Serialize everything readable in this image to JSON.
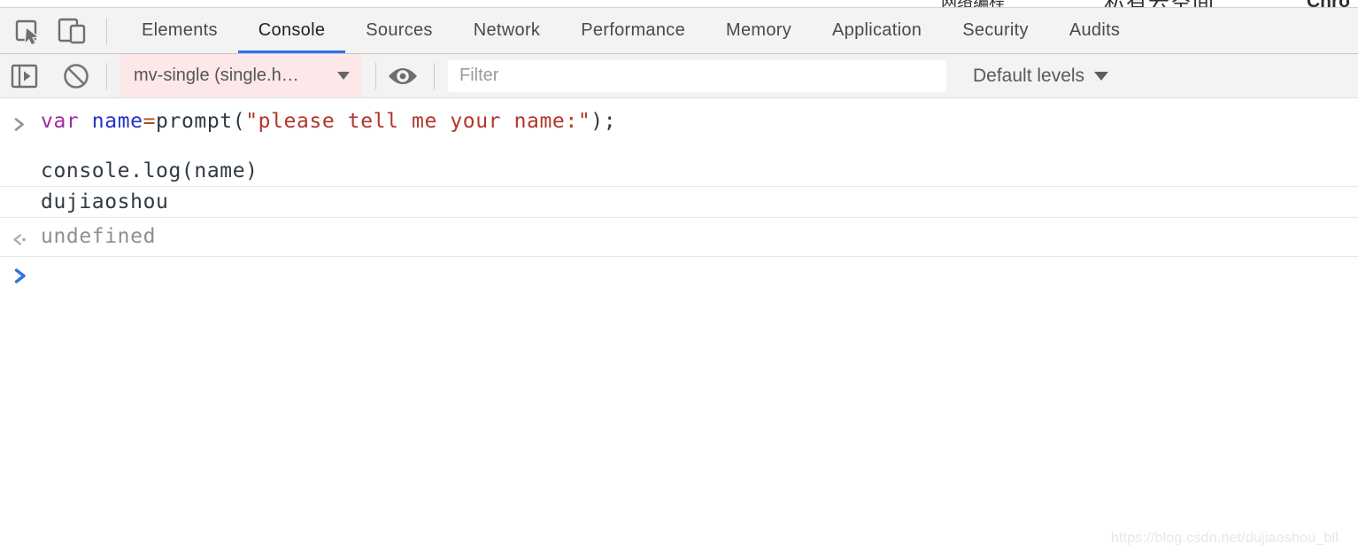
{
  "bookmarks_bar": {
    "items": [
      "网络编程",
      "私有云空间",
      "Chro"
    ]
  },
  "tabs": [
    {
      "label": "Elements",
      "active": false
    },
    {
      "label": "Console",
      "active": true
    },
    {
      "label": "Sources",
      "active": false
    },
    {
      "label": "Network",
      "active": false
    },
    {
      "label": "Performance",
      "active": false
    },
    {
      "label": "Memory",
      "active": false
    },
    {
      "label": "Application",
      "active": false
    },
    {
      "label": "Security",
      "active": false
    },
    {
      "label": "Audits",
      "active": false
    }
  ],
  "toolbar": {
    "context_selector": {
      "label": "mv-single (single.h…",
      "highlight_bg": "#fce8e8"
    },
    "filter": {
      "placeholder": "Filter",
      "value": ""
    },
    "levels_dropdown": {
      "label": "Default levels"
    }
  },
  "console": {
    "input_echo": {
      "tokens": [
        {
          "text": "var ",
          "color": "#a427a3"
        },
        {
          "text": "name",
          "color": "#2233cc"
        },
        {
          "text": "=",
          "color": "#a4511e"
        },
        {
          "text": "prompt(",
          "color": "#303942"
        },
        {
          "text": "\"please tell me your name:\"",
          "color": "#b3352b"
        },
        {
          "text": ");",
          "color": "#303942"
        }
      ],
      "line2": "console.log(name)"
    },
    "log_output": "dujiaoshou",
    "result_value": "undefined"
  },
  "watermark": "https://blog.csdn.net/dujiaoshou_bll",
  "colors": {
    "panel_bg": "#f3f3f3",
    "active_tab_underline": "#2b74e8",
    "prompt_chevron_blue": "#2f72e4",
    "echo_chevron_gray": "#8f9499",
    "icon_gray": "#6e6e6e",
    "default_text": "#303942",
    "muted_text": "#8f8f8f",
    "row_divider": "#e8e8e8"
  }
}
